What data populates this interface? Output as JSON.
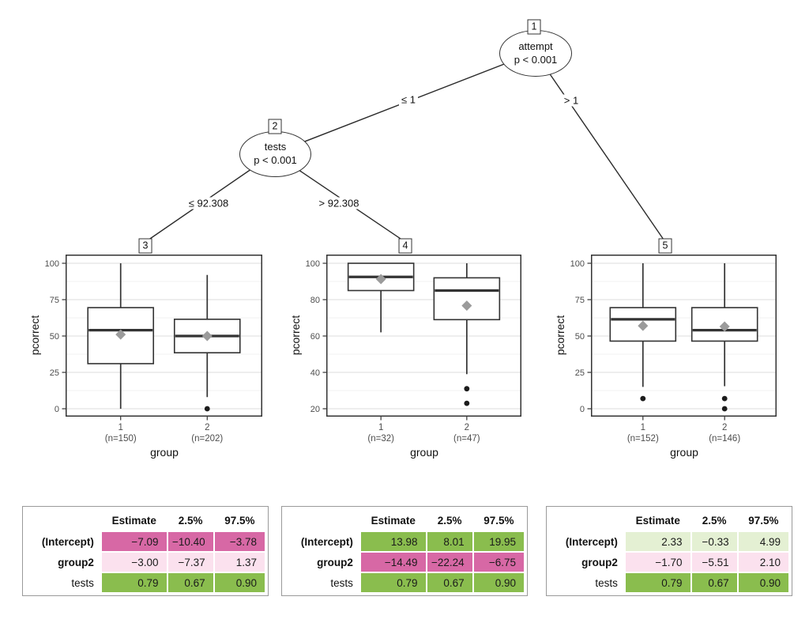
{
  "colors": {
    "pink_dark": "#d768a5",
    "pink_light": "#fbe1ee",
    "green": "#8abd4e",
    "green_light": "#e4f0d3",
    "panel_border": "#333333",
    "grid_major": "#e3e3e3",
    "grid_minor": "#f1f1f1",
    "mean_diamond": "#9b9b9b",
    "axis_text": "#4d4d4d"
  },
  "chart_data": {
    "type": "boxplot",
    "title": "",
    "ylabel": "pcorrect",
    "xlabel": "group",
    "tree": {
      "nodes": [
        {
          "id": "1",
          "label": "attempt",
          "pvalue": "p < 0.001"
        },
        {
          "id": "2",
          "label": "tests",
          "pvalue": "p < 0.001"
        },
        {
          "id": "3"
        },
        {
          "id": "4"
        },
        {
          "id": "5"
        }
      ],
      "edges": [
        {
          "from": "1",
          "to": "2",
          "label": "≤ 1"
        },
        {
          "from": "1",
          "to": "5",
          "label": "> 1"
        },
        {
          "from": "2",
          "to": "3",
          "label": "≤ 92.308"
        },
        {
          "from": "2",
          "to": "4",
          "label": "> 92.308"
        }
      ]
    },
    "panels": [
      {
        "node": "3",
        "ylim": [
          0,
          100
        ],
        "yticks": [
          0,
          25,
          50,
          75,
          100
        ],
        "categories": [
          "1",
          "2"
        ],
        "ns": [
          "(n=150)",
          "(n=202)"
        ],
        "groups": [
          {
            "whisker_low": 0,
            "q1": 31,
            "median": 54,
            "q3": 69.5,
            "whisker_high": 100,
            "mean": 51,
            "outliers": []
          },
          {
            "whisker_low": 8,
            "q1": 38.5,
            "median": 50,
            "q3": 61.5,
            "whisker_high": 92,
            "mean": 50,
            "outliers": [
              0
            ]
          }
        ]
      },
      {
        "node": "4",
        "ylim": [
          20,
          100
        ],
        "yticks": [
          20,
          40,
          60,
          80,
          100
        ],
        "categories": [
          "1",
          "2"
        ],
        "ns": [
          "(n=32)",
          "(n=47)"
        ],
        "groups": [
          {
            "whisker_low": 62,
            "q1": 85,
            "median": 92.5,
            "q3": 100,
            "whisker_high": 100,
            "mean": 91.3,
            "outliers": []
          },
          {
            "whisker_low": 39,
            "q1": 69,
            "median": 85,
            "q3": 92,
            "whisker_high": 100,
            "mean": 76.7,
            "outliers": [
              31,
              23
            ]
          }
        ]
      },
      {
        "node": "5",
        "ylim": [
          0,
          100
        ],
        "yticks": [
          0,
          25,
          50,
          75,
          100
        ],
        "categories": [
          "1",
          "2"
        ],
        "ns": [
          "(n=152)",
          "(n=146)"
        ],
        "groups": [
          {
            "whisker_low": 15,
            "q1": 46.5,
            "median": 61.5,
            "q3": 69.5,
            "whisker_high": 100,
            "mean": 57,
            "outliers": [
              7
            ]
          },
          {
            "whisker_low": 15.5,
            "q1": 46.5,
            "median": 54,
            "q3": 69.5,
            "whisker_high": 100,
            "mean": 56.5,
            "outliers": [
              7,
              0
            ]
          }
        ]
      }
    ],
    "coef_tables": [
      {
        "node": "3",
        "headers": [
          "",
          "Estimate",
          "2.5%",
          "97.5%"
        ],
        "rows": [
          {
            "label": "(Intercept)",
            "bold": true,
            "values": [
              "−7.09",
              "−10.40",
              "−3.78"
            ],
            "color": "pink_dark"
          },
          {
            "label": "group2",
            "bold": true,
            "values": [
              "−3.00",
              "−7.37",
              "1.37"
            ],
            "color": "pink_light"
          },
          {
            "label": "tests",
            "bold": false,
            "values": [
              "0.79",
              "0.67",
              "0.90"
            ],
            "color": "green"
          }
        ]
      },
      {
        "node": "4",
        "headers": [
          "",
          "Estimate",
          "2.5%",
          "97.5%"
        ],
        "rows": [
          {
            "label": "(Intercept)",
            "bold": true,
            "values": [
              "13.98",
              "8.01",
              "19.95"
            ],
            "color": "green"
          },
          {
            "label": "group2",
            "bold": true,
            "values": [
              "−14.49",
              "−22.24",
              "−6.75"
            ],
            "color": "pink_dark"
          },
          {
            "label": "tests",
            "bold": false,
            "values": [
              "0.79",
              "0.67",
              "0.90"
            ],
            "color": "green"
          }
        ]
      },
      {
        "node": "5",
        "headers": [
          "",
          "Estimate",
          "2.5%",
          "97.5%"
        ],
        "rows": [
          {
            "label": "(Intercept)",
            "bold": true,
            "values": [
              "2.33",
              "−0.33",
              "4.99"
            ],
            "color": "green_light"
          },
          {
            "label": "group2",
            "bold": true,
            "values": [
              "−1.70",
              "−5.51",
              "2.10"
            ],
            "color": "pink_light"
          },
          {
            "label": "tests",
            "bold": false,
            "values": [
              "0.79",
              "0.67",
              "0.90"
            ],
            "color": "green"
          }
        ]
      }
    ]
  }
}
